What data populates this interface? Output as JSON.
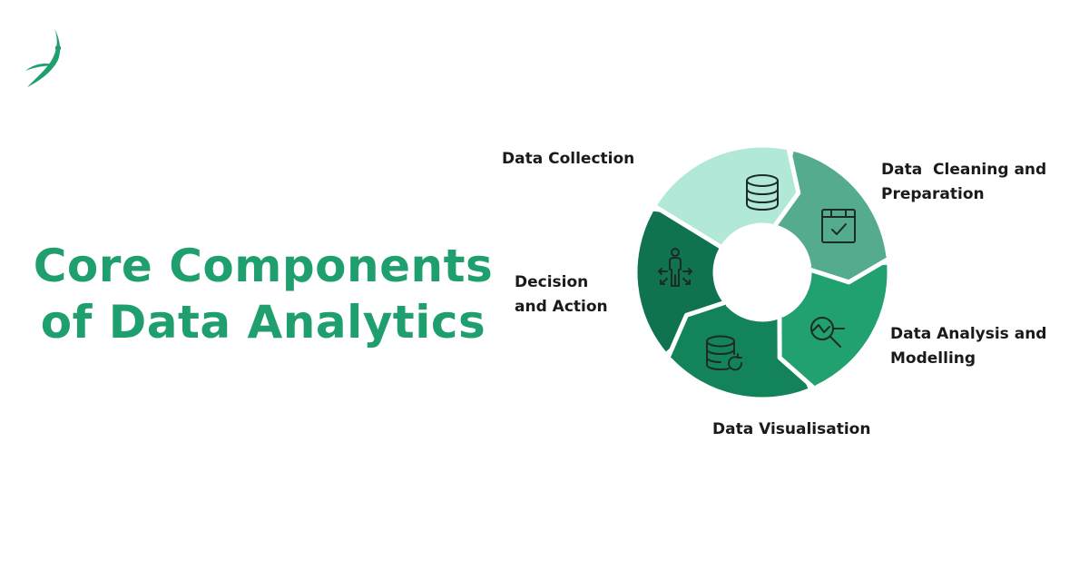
{
  "title": {
    "line1": "Core Components",
    "line2": "of Data Analytics"
  },
  "colors": {
    "title": "#1f9e6e",
    "segment_collection": "#b2e8d8",
    "segment_cleaning": "#55ab8d",
    "segment_analysis": "#21a070",
    "segment_visualisation": "#138359",
    "segment_decision": "#0f7350",
    "icon_stroke": "#1c2b26"
  },
  "cycle": {
    "stages": [
      {
        "id": "collection",
        "label_lines": [
          "Data Collection"
        ],
        "icon": "database-icon"
      },
      {
        "id": "cleaning",
        "label_lines": [
          "Data  Cleaning and",
          "Preparation"
        ],
        "icon": "checked-box-icon"
      },
      {
        "id": "analysis",
        "label_lines": [
          "Data Analysis and",
          "Modelling"
        ],
        "icon": "chart-magnifier-icon"
      },
      {
        "id": "visualisation",
        "label_lines": [
          "Data Visualisation"
        ],
        "icon": "database-refresh-icon"
      },
      {
        "id": "decision",
        "label_lines": [
          "Decision",
          "and Action"
        ],
        "icon": "person-arrows-icon"
      }
    ]
  }
}
